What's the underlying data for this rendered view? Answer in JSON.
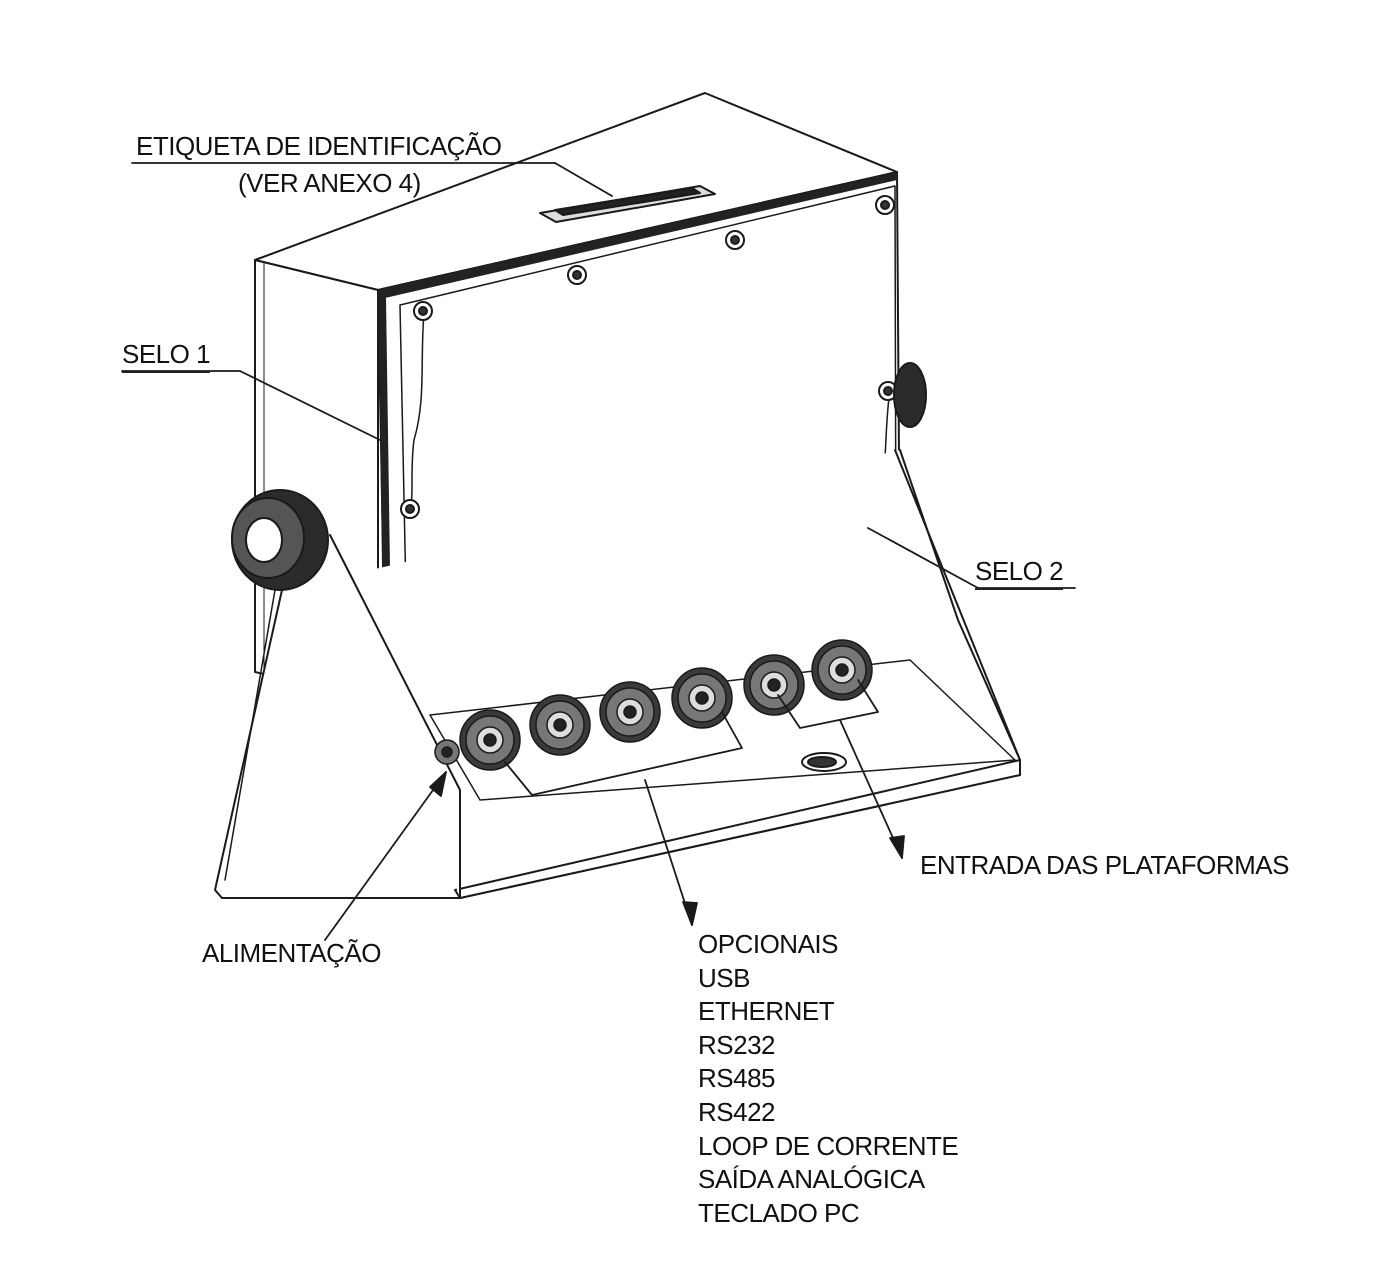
{
  "labels": {
    "etiqueta_line1": "ETIQUETA DE IDENTIFICAÇÃO",
    "etiqueta_line2": "(VER ANEXO 4)",
    "selo1": "SELO 1",
    "selo2": "SELO 2",
    "alimentacao": "ALIMENTAÇÃO",
    "entrada": "ENTRADA DAS PLATAFORMAS"
  },
  "optionals": [
    "OPCIONAIS",
    "USB",
    "ETHERNET",
    "RS232",
    "RS485",
    "RS422",
    "LOOP DE CORRENTE",
    "SAÍDA ANALÓGICA",
    "TECLADO PC"
  ],
  "colors": {
    "line": "#1a1a1a",
    "background": "#ffffff",
    "knob": "#2b2b2b"
  }
}
